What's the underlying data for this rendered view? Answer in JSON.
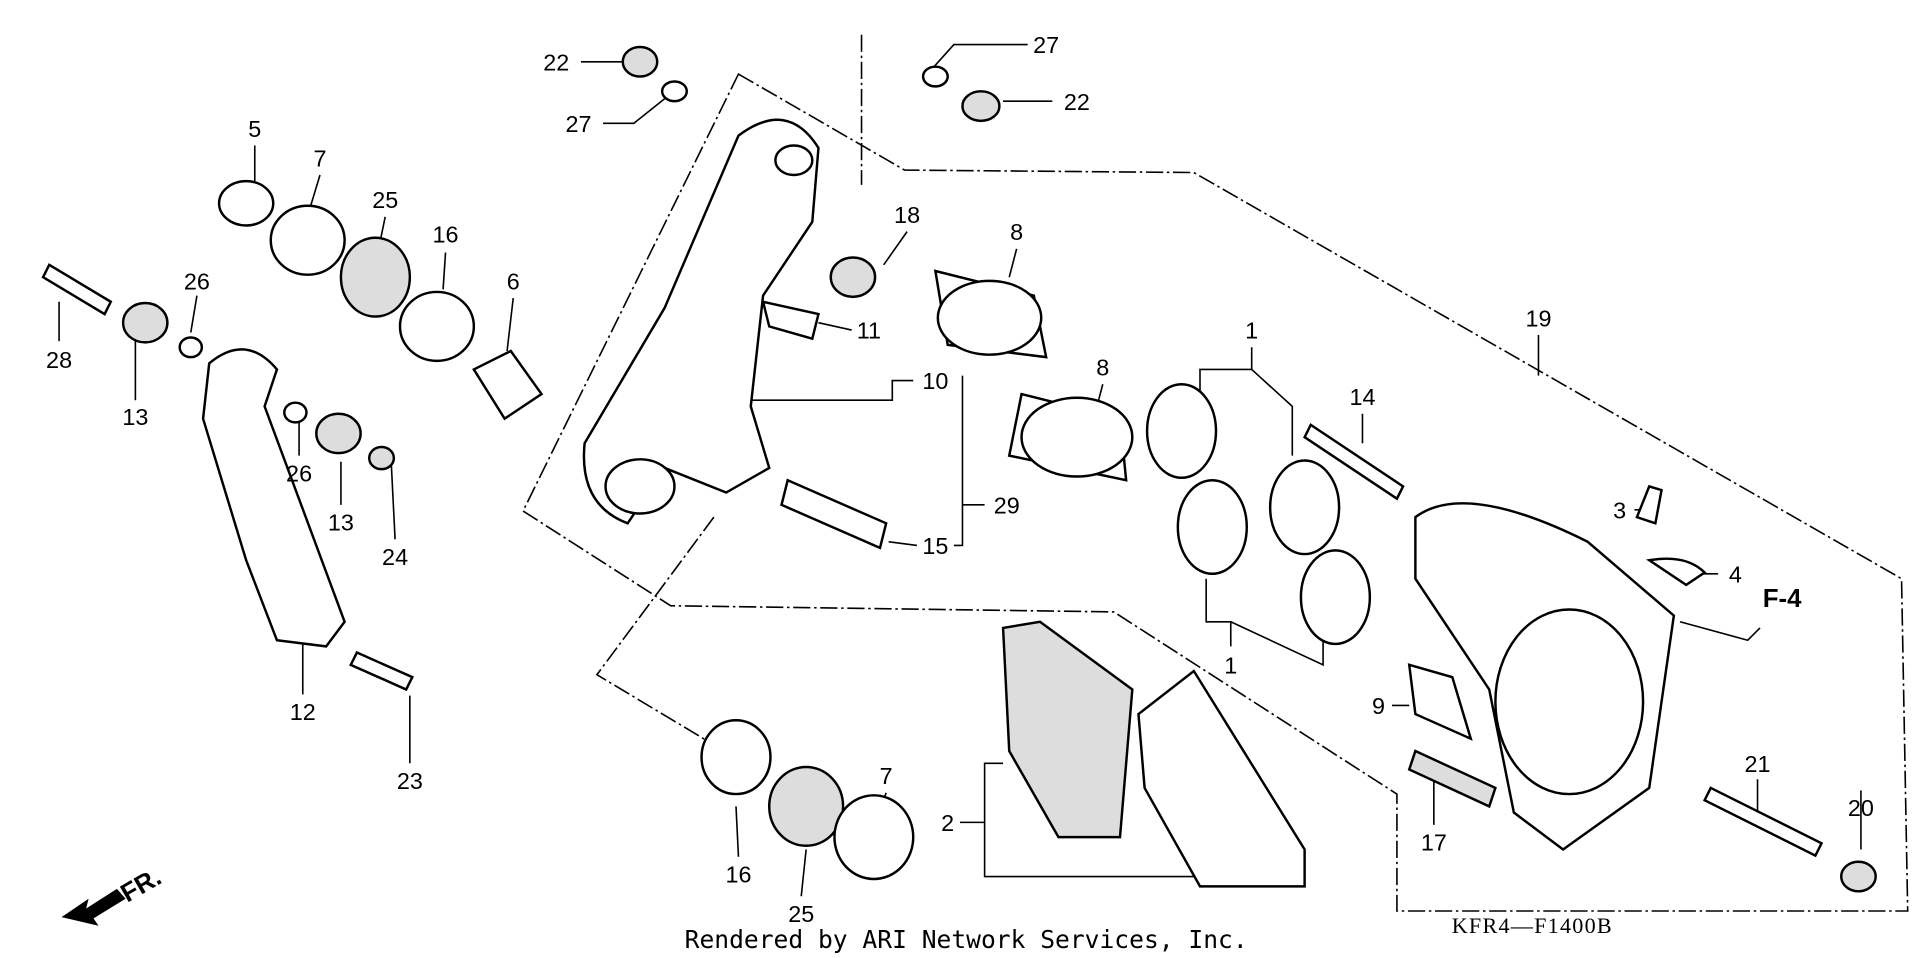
{
  "diagram_code": "KFR4—F1400B",
  "credit": "Rendered by ARI Network Services, Inc.",
  "direction_label": "FR.",
  "reference": "F-4",
  "callouts": [
    "22",
    "27",
    "22",
    "27",
    "5",
    "7",
    "25",
    "16",
    "18",
    "8",
    "6",
    "26",
    "28",
    "13",
    "11",
    "10",
    "8",
    "1",
    "19",
    "14",
    "26",
    "13",
    "24",
    "29",
    "15",
    "3",
    "4",
    "1",
    "9",
    "12",
    "23",
    "21",
    "2",
    "17",
    "20",
    "16",
    "7",
    "25"
  ]
}
